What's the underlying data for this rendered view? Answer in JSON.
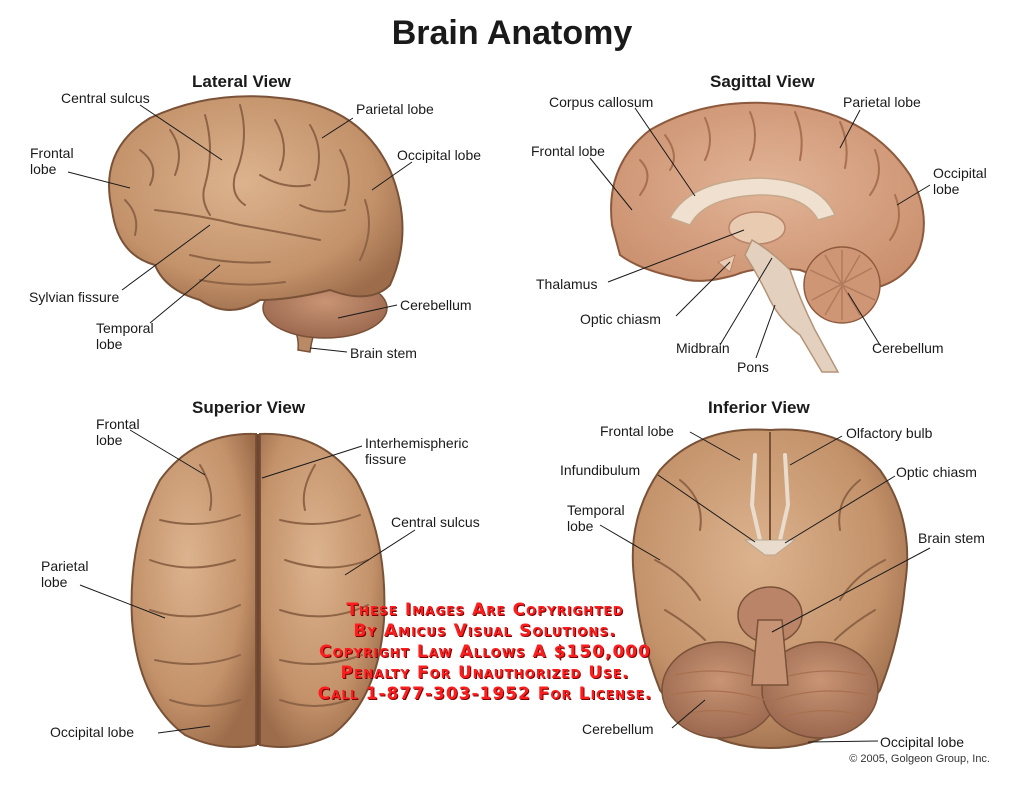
{
  "title": "Brain Anatomy",
  "colors": {
    "brain": "#c89a72",
    "brain_dark": "#8e6447",
    "section": "#d9a585",
    "white_matter": "#efe0cf",
    "watermark": "#ff1d1d"
  },
  "views": {
    "lateral": {
      "title": "Lateral View",
      "labels": {
        "central_sulcus": "Central sulcus",
        "parietal_lobe": "Parietal lobe",
        "frontal_lobe": "Frontal\nlobe",
        "occipital_lobe": "Occipital lobe",
        "sylvian_fissure": "Sylvian fissure",
        "temporal_lobe": "Temporal\nlobe",
        "cerebellum": "Cerebellum",
        "brain_stem": "Brain stem"
      }
    },
    "sagittal": {
      "title": "Sagittal View",
      "labels": {
        "corpus_callosum": "Corpus callosum",
        "parietal_lobe": "Parietal lobe",
        "frontal_lobe": "Frontal lobe",
        "occipital_lobe": "Occipital\nlobe",
        "thalamus": "Thalamus",
        "optic_chiasm": "Optic chiasm",
        "midbrain": "Midbrain",
        "pons": "Pons",
        "cerebellum": "Cerebellum"
      }
    },
    "superior": {
      "title": "Superior View",
      "labels": {
        "frontal_lobe": "Frontal\nlobe",
        "interhemispheric_fissure": "Interhemispheric\nfissure",
        "central_sulcus": "Central sulcus",
        "parietal_lobe": "Parietal\nlobe",
        "occipital_lobe": "Occipital lobe"
      }
    },
    "inferior": {
      "title": "Inferior View",
      "labels": {
        "frontal_lobe": "Frontal lobe",
        "olfactory_bulb": "Olfactory bulb",
        "infundibulum": "Infundibulum",
        "optic_chiasm": "Optic chiasm",
        "temporal_lobe": "Temporal\nlobe",
        "brain_stem": "Brain stem",
        "cerebellum": "Cerebellum",
        "occipital_lobe": "Occipital lobe"
      }
    }
  },
  "watermark": [
    "These Images Are Copyrighted",
    "By Amicus Visual Solutions.",
    "Copyright Law Allows A $150,000",
    "Penalty For Unauthorized Use.",
    "Call 1-877-303-1952 For License."
  ],
  "credit": "© 2005, Golgeon Group, Inc."
}
